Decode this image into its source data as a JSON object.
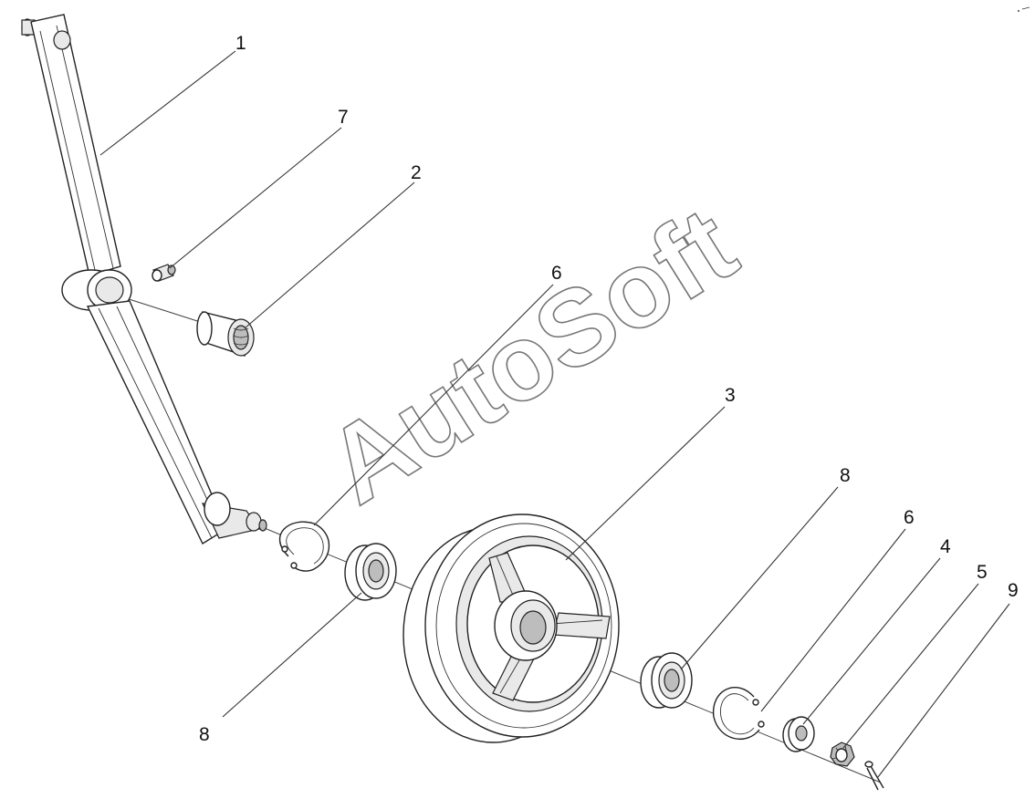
{
  "watermark": "AutoSoft",
  "callouts": [
    {
      "id": "c1",
      "label": "1"
    },
    {
      "id": "c7",
      "label": "7"
    },
    {
      "id": "c2",
      "label": "2"
    },
    {
      "id": "c6a",
      "label": "6"
    },
    {
      "id": "c3",
      "label": "3"
    },
    {
      "id": "c8a",
      "label": "8"
    },
    {
      "id": "c6b",
      "label": "6"
    },
    {
      "id": "c4",
      "label": "4"
    },
    {
      "id": "c5",
      "label": "5"
    },
    {
      "id": "c9",
      "label": "9"
    },
    {
      "id": "c8b",
      "label": "8"
    }
  ]
}
